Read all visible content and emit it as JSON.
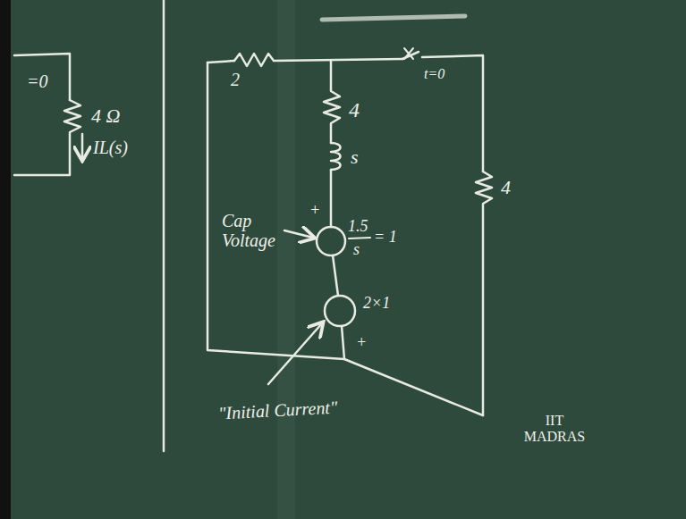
{
  "diagram": {
    "labels": [
      "=0",
      "4 Ω",
      "IL(s)",
      "2",
      "t=0",
      "4",
      "s",
      "+",
      "1.5",
      "s",
      "= 1",
      "2×1",
      "+",
      "4",
      "Cap Voltage",
      "\"Initial Current\"",
      "IIT MADRAS"
    ]
  }
}
